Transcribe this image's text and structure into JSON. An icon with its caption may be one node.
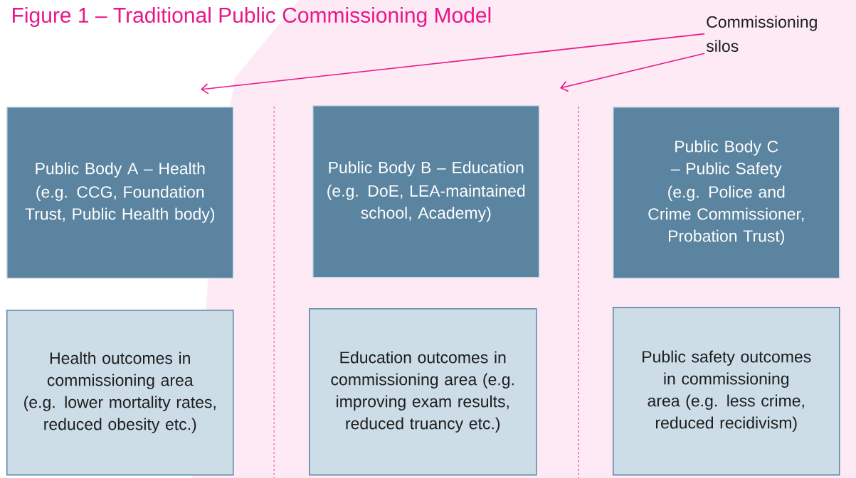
{
  "diagram": {
    "title": "Figure 1 – Traditional Public Commissioning Model",
    "nodes": [
      {
        "text": [
          "Public Body A – Health",
          "(e.g. CCG, Foundation Trust, Public Health body)"
        ]
      },
      {
        "text": [
          "Public Body B – Education",
          "(e.g. DoE, LEA-maintained school, Academy)"
        ]
      },
      {
        "text": [
          "Public Body C – Public Safety",
          "(e.g. Police and Crime Commissioner, Probation Trust)"
        ]
      },
      {
        "text": [
          "Health outcomes in commissioning area (e.g. lower mortality rates, reduced obesity etc.)"
        ]
      },
      {
        "text": [
          "Education outcomes in commissioning area (e.g. improving exam results, reduced truancy etc.)"
        ]
      },
      {
        "text": [
          "Public safety outcomes in commissioning area (e.g. less crime, reduced recidivism)"
        ]
      },
      {
        "text": [
          "Commissioning silos"
        ]
      }
    ],
    "edges": [
      {
        "from": 6,
        "to": null,
        "arrow": "to"
      },
      {
        "from": 6,
        "to": null,
        "arrow": "to"
      }
    ]
  }
}
